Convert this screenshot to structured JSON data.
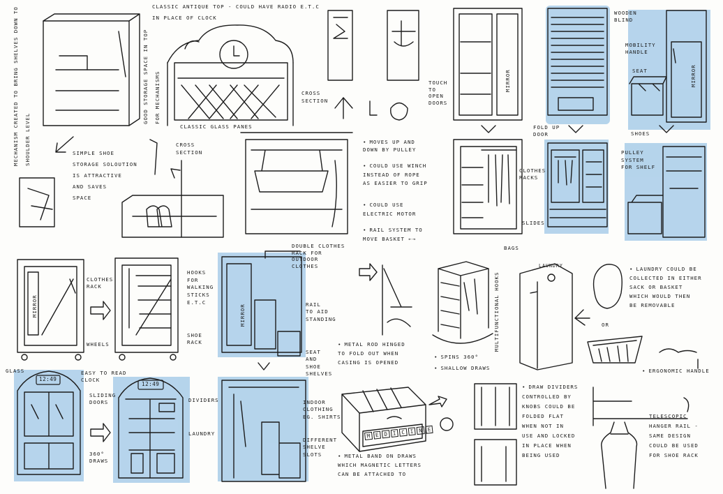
{
  "notes": {
    "antique_top": "Classic antique top - could have radio e.t.c in place of clock",
    "mechanism": "Mechanism created to bring shelves down to shoulder level",
    "storage_space": "Good storage space in top for mechanisms",
    "glass_panes": "Classic glass panes",
    "cross_section_1": "Cross\nsection",
    "cross_section_2": "Cross\nsection",
    "shoe_storage": "Simple shoe\nstorage soloution\nis attractive\nand saves\nspace",
    "pulley_1": "Moves up and\ndown by pulley",
    "pulley_2": "Could use winch\ninstead of rope\nas easier to grip",
    "pulley_3": "Could use\nelectric motor",
    "pulley_4": "Rail system to\nmove basket ←→",
    "touch_doors": "Touch\nto\nopen\ndoors",
    "mirror_1": "Mirror",
    "wooden_blind": "Wooden\nblind",
    "mobility_handle": "Mobility\nhandle",
    "seat_1": "Seat",
    "mirror_2": "Mirror",
    "fold_up_door": "Fold up\ndoor",
    "shoes_1": "Shoes",
    "clothes_racks": "Clothes\nracks",
    "pulley_system": "Pulley\nsystem\nfor shelf",
    "slides": "Slides",
    "bags": "Bags",
    "clothes_rack": "Clothes\nrack",
    "mirror_3": "Mirror",
    "wheels": "Wheels",
    "hooks_sticks": "Hooks\nfor\nwalking\nsticks\ne.t.c",
    "shoe_rack": "Shoe\nrack",
    "double_rack": "Double clothes\nrack for\noutdoor\nclothes",
    "mirror_4": "Mirror",
    "rail_standing": "Rail\nto aid\nstanding",
    "seat_shoe_shelves": "Seat\nand\nshoe\nshelves",
    "metal_rod": "Metal rod hinged\nto fold out when\ncasing is opened",
    "spins": "Spins 360°",
    "shallow_draws": "Shallow draws",
    "hooks": "Multifunctional hooks",
    "laundry_label": "Laundry",
    "laundry_note": "Laundry could be\ncollected in either\nsack or basket\nwhich would then\nbe removable",
    "or": "Or",
    "ergonomic_handle": "Ergonomic handle",
    "glass": "Glass",
    "easy_clock": "Easy to read\nclock",
    "clock_1": "12:49",
    "clock_2": "12:49",
    "sliding_doors": "Sliding\ndoors",
    "dividers": "Dividers",
    "laundry_2": "Laundry",
    "draws_360": "360°\ndraws",
    "indoor_clothing": "Indoor\nclothing\neg. shirts",
    "different_slots": "Different\nshelve\nslots",
    "medicine": [
      "M",
      "E",
      "D",
      "I",
      "C",
      "I",
      "N",
      "E"
    ],
    "metal_band": "Metal band on draws\nwhich magnetic letters\ncan be attached to",
    "draw_dividers": "Draw dividers\ncontrolled by\nknobs could be\nfolded flat\nwhen not in\nuse and locked\nin place when\nbeing used",
    "telescopic": "Telescopic\nhanger rail -\nsame design\ncould be used\nfor shoe rack"
  },
  "colors": {
    "ink": "#1c1c1c",
    "wash": "#a9cde9",
    "wash_dark": "#7fb2dc",
    "paper": "#fdfdfb"
  }
}
